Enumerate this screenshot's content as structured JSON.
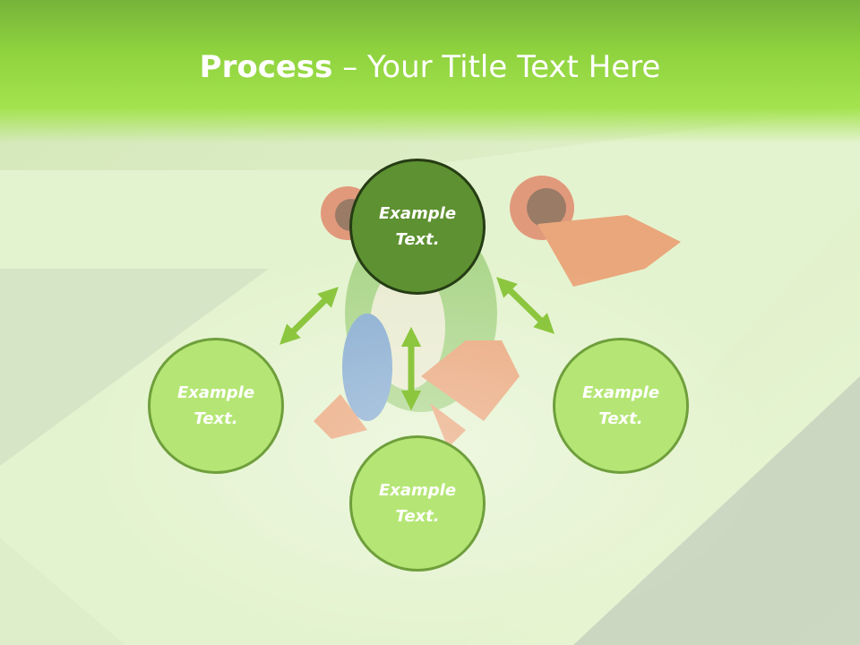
{
  "slide": {
    "title_bold": "Process",
    "title_separator": " – ",
    "title_rest": "Your Title Text Here"
  },
  "diagram": {
    "center": {
      "line1": "Example",
      "line2": "Text."
    },
    "left": {
      "line1": "Example",
      "line2": "Text."
    },
    "bottom": {
      "line1": "Example",
      "line2": "Text."
    },
    "right": {
      "line1": "Example",
      "line2": "Text."
    }
  },
  "colors": {
    "header_green": "#8ed23e",
    "node_light_fill": "#b5e675",
    "node_light_border": "#6f9f3c",
    "node_dark_fill": "#5e9131",
    "node_dark_border": "#253c14",
    "arrow": "#8cc63f",
    "text": "#ffffff"
  }
}
